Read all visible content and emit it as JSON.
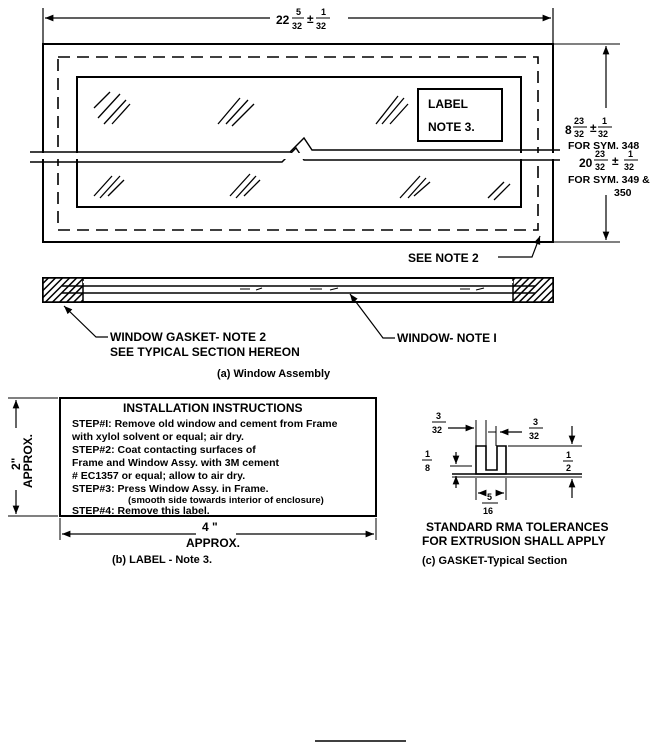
{
  "window_assembly": {
    "overall_width": {
      "whole": "22",
      "num": "5",
      "den": "32",
      "tol": "±",
      "tol_num": "1",
      "tol_den": "32"
    },
    "height_348": {
      "whole": "8",
      "num": "23",
      "den": "32",
      "tol": "±",
      "tol_num": "1",
      "tol_den": "32",
      "note": "FOR SYM. 348"
    },
    "height_349": {
      "whole": "20",
      "num": "23",
      "den": "32",
      "tol": "±",
      "tol_num": "1",
      "tol_den": "32",
      "note_line1": "FOR SYM. 349 &",
      "note_line2": "350"
    },
    "label_box_line1": "LABEL",
    "label_box_line2": "NOTE 3.",
    "see_note_2": "SEE NOTE 2",
    "gasket_callout_line1": "WINDOW GASKET- NOTE 2",
    "gasket_callout_line2": "SEE TYPICAL SECTION HEREON",
    "window_callout": "WINDOW- NOTE I",
    "caption": "(a) Window Assembly"
  },
  "label_detail": {
    "height_dim_line1": "2\"",
    "height_dim_line2": "APPROX.",
    "width_dim_line1": "4 \"",
    "width_dim_line2": "APPROX.",
    "title": "INSTALLATION INSTRUCTIONS",
    "lines": [
      "STEP#I: Remove old window and cement from Frame",
      "with xylol solvent or equal; air dry.",
      "STEP#2: Coat contacting surfaces of",
      "Frame and Window Assy. with 3M cement",
      "# EC1357 or equal; allow to air dry.",
      "STEP#3: Press Window Assy. in Frame.",
      "(smooth side towards interior of enclosure)",
      "STEP#4: Remove this label."
    ],
    "caption": "(b) LABEL - Note 3."
  },
  "gasket_section": {
    "dim_left_top": {
      "num": "3",
      "den": "32"
    },
    "dim_right_top": {
      "num": "3",
      "den": "32"
    },
    "dim_left_height": {
      "num": "1",
      "den": "8"
    },
    "dim_right_height": {
      "num": "1",
      "den": "2"
    },
    "dim_bottom_width": {
      "num": "5",
      "den": "16"
    },
    "note_line1": "STANDARD RMA TOLERANCES",
    "note_line2": "FOR EXTRUSION SHALL APPLY",
    "caption": "(c) GASKET-Typical Section"
  }
}
